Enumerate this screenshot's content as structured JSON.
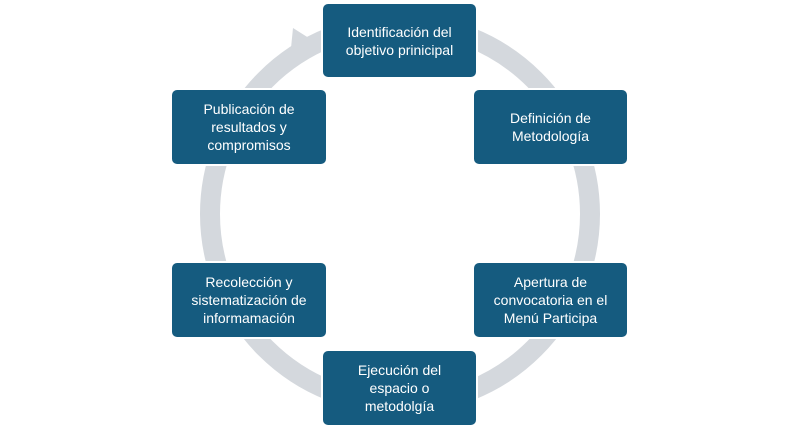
{
  "diagram": {
    "ring_color": "#d4d8dd",
    "box_color": "#155b7f",
    "text_color": "#ffffff",
    "steps": [
      {
        "label": "Identificación del\nobjetivo prinicipal"
      },
      {
        "label": "Definición de\nMetodología"
      },
      {
        "label": "Apertura de\nconvocatoria en el\nMenú Participa"
      },
      {
        "label": "Ejecución del\nespacio o\nmetodolgía"
      },
      {
        "label": "Recolección y\nsistematización de\ninformamación"
      },
      {
        "label": "Publicación de\nresultados y\ncompromisos"
      }
    ]
  }
}
